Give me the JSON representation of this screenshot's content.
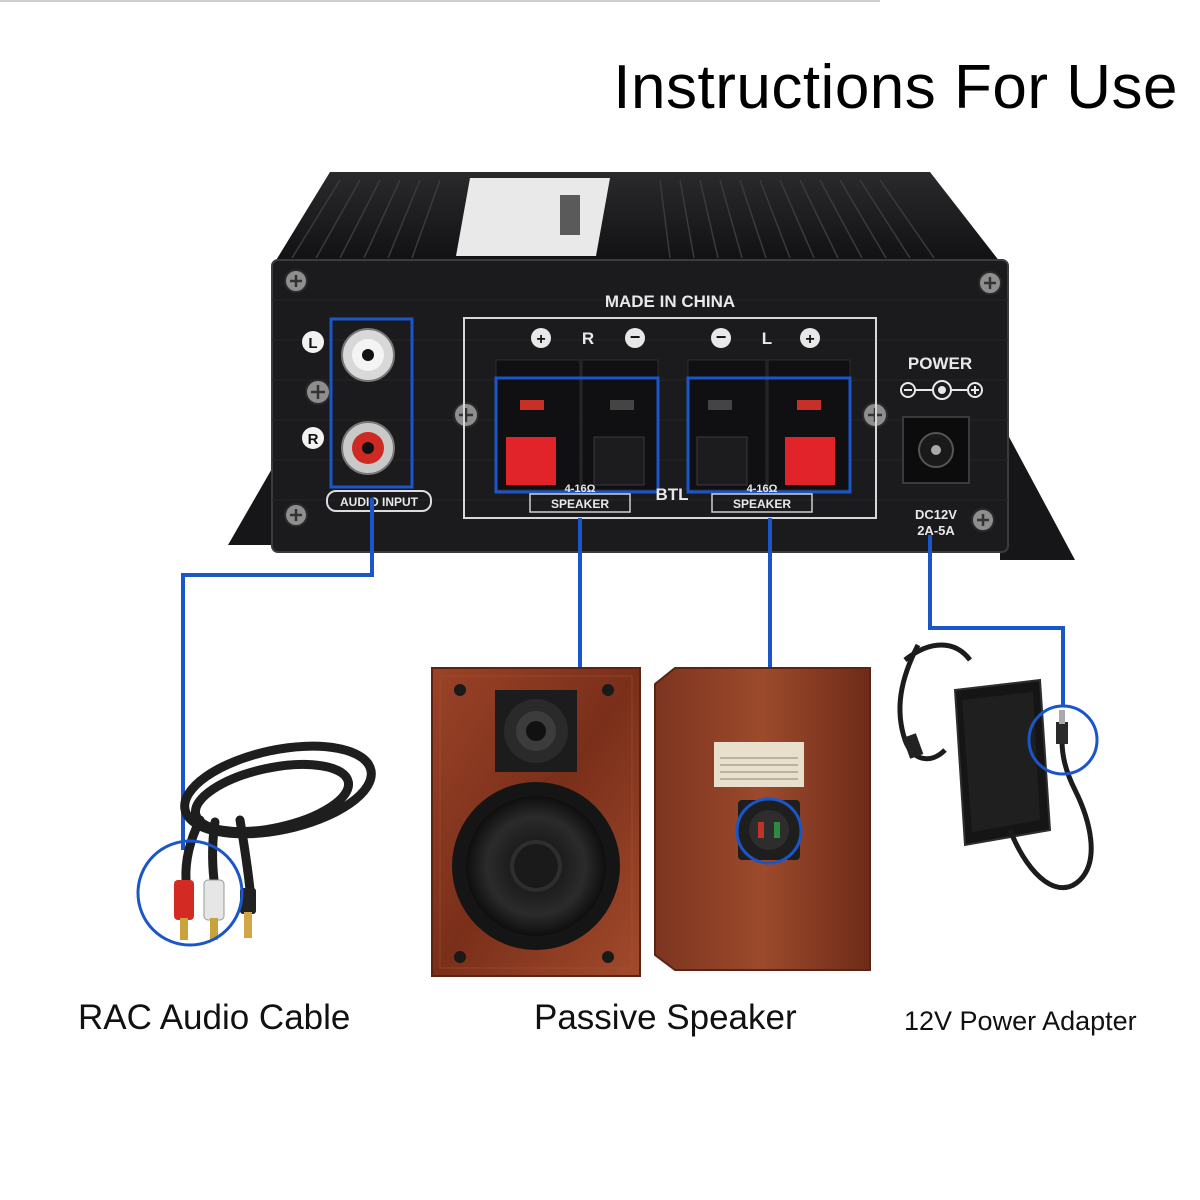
{
  "title": "Instructions For Use",
  "amplifier": {
    "made_in": "MADE IN CHINA",
    "power_label": "POWER",
    "power_spec_1": "DC12V",
    "power_spec_2": "2A-5A",
    "audio_input_label": "AUDIO INPUT",
    "left_channel": "L",
    "right_channel": "R",
    "terminal_r": "R",
    "terminal_l": "L",
    "btl_label": "BTL",
    "speaker_label_1": "SPEAKER",
    "speaker_label_2": "SPEAKER",
    "impedance_1": "4-16Ω",
    "impedance_2": "4-16Ω"
  },
  "captions": {
    "cable": "RAC Audio Cable",
    "speaker": "Passive Speaker",
    "adapter": "12V Power Adapter"
  },
  "colors": {
    "connector_line": "#1a56c9",
    "amp_body": "#1b1b1d",
    "wood": "#8a3a22",
    "terminal_red": "#e0242a"
  }
}
